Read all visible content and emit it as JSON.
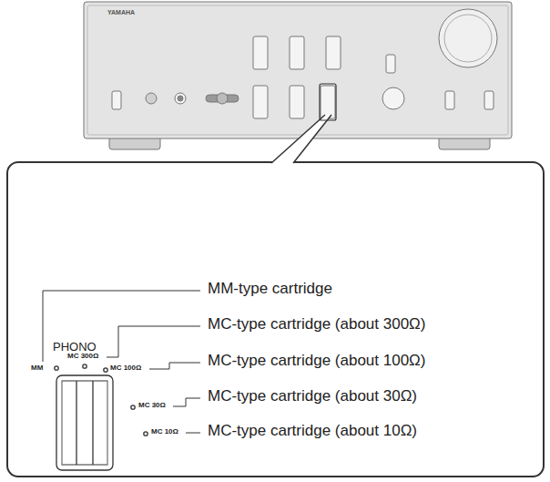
{
  "diagram": {
    "labels": [
      "YAMAHA",
      "MM-type cartridge",
      "MC-type cartridge (about 300Ω)",
      "MC-type cartridge (about 100Ω)",
      "MC-type cartridge (about 30Ω)",
      "MC-type cartridge (about 10Ω)",
      "PHONO",
      "MM",
      "MC 300Ω",
      "MC 100Ω",
      "MC 30Ω",
      "MC 10Ω"
    ]
  }
}
